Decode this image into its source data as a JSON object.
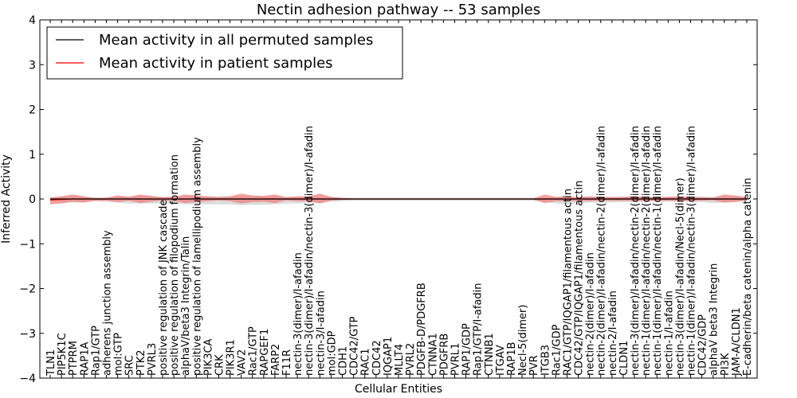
{
  "chart_data": {
    "type": "line",
    "title": "Nectin adhesion pathway -- 53 samples",
    "xlabel": "Cellular Entities",
    "ylabel": "Inferred Activity",
    "ylim": [
      -4,
      4
    ],
    "yticks": [
      "−4",
      "−3",
      "−2",
      "−1",
      "0",
      "1",
      "2",
      "3",
      "4"
    ],
    "legend_position": "top-left",
    "colors": {
      "permuted": "#000000",
      "patient": "#ff0000",
      "patient_band": "#f08080",
      "permuted_band": "#bfbfbf"
    },
    "categories": [
      "TLN1",
      "PIP5K1C",
      "PTPRM",
      "RAP1A",
      "Rap1/GTP",
      "adherens junction assembly",
      "mol:GTP",
      "SRC",
      "PTK2",
      "PVRL3",
      "positive regulation of JNK cascade",
      "positive regulation of filopodium formation",
      "alphaV/beta3 Integrin/Talin",
      "positive regulation of lamellipodium assembly",
      "PIK3CA",
      "CRK",
      "PIK3R1",
      "VAV2",
      "Rac1/GTP",
      "RAPGEF1",
      "FARP2",
      "F11R",
      "nectin-3(dimer)/I-afadin",
      "nectin-3(dimer)/I-afadin/nectin-3(dimer)/I-afadin",
      "nectin-3/I-afadin",
      "mol:GDP",
      "CDH1",
      "CDC42/GTP",
      "RAC1",
      "CDC42",
      "IQGAP1",
      "MLLT4",
      "PVRL2",
      "PDGFB-D/PDGFRB",
      "CTNNA1",
      "PDGFRB",
      "PVRL1",
      "RAP1/GDP",
      "Rap1/GTP/I-afadin",
      "CTNNB1",
      "ITGAV",
      "RAP1B",
      "Necl-5(dimer)",
      "PVR",
      "ITGB3",
      "Rac1/GDP",
      "RAC1/GTP/IQGAP1/filamentous actin",
      "CDC42/GTP/IQGAP1/filamentous actin",
      "nectin-2(dimer)/I-afadin",
      "nectin-2(dimer)/I-afadin/nectin-2(dimer)/I-afadin",
      "nectin-2/I-afadin",
      "CLDN1",
      "nectin-3(dimer)/I-afadin/nectin-2(dimer)/I-afadin",
      "nectin-1(dimer)/I-afadin/nectin-2(dimer)/I-afadin",
      "nectin-1(dimer)/I-afadin/nectin-1(dimer)/I-afadin",
      "nectin-1/I-afadin",
      "nectin-3(dimer)/I-afadin/Necl-5(dimer)",
      "nectin-1(dimer)/I-afadin/nectin-3(dimer)/I-afadin",
      "CDC42/GDP",
      "alphaV beta3 Integrin",
      "PI3K",
      "JAM-A/CLDN1",
      "E-cadherin/beta catenin/alpha catenin"
    ],
    "series": [
      {
        "name": "Mean activity in all permuted samples",
        "color": "#000000",
        "values": [
          0,
          0,
          0,
          0,
          0,
          0,
          0,
          0,
          0,
          0,
          0,
          0,
          0,
          0,
          0,
          0,
          0,
          0,
          0,
          0,
          0,
          0,
          0,
          0,
          0,
          0,
          0,
          0,
          0,
          0,
          0,
          0,
          0,
          0,
          0,
          0,
          0,
          0,
          0,
          0,
          0,
          0,
          0,
          0,
          0,
          0,
          0,
          0,
          0,
          0,
          0,
          0,
          0,
          0,
          0,
          0,
          0,
          0,
          0,
          0,
          0,
          0,
          0
        ],
        "band_upper": [
          0.04,
          0.05,
          0.06,
          0.05,
          0.04,
          0.03,
          0.05,
          0.06,
          0.06,
          0.06,
          0.05,
          0.05,
          0.06,
          0.06,
          0.06,
          0.06,
          0.06,
          0.06,
          0.06,
          0.06,
          0.06,
          0.05,
          0.05,
          0.05,
          0.05,
          0.05,
          0.04,
          0.03,
          0.03,
          0.03,
          0.03,
          0.03,
          0.03,
          0.03,
          0.03,
          0.03,
          0.03,
          0.03,
          0.03,
          0.03,
          0.03,
          0.03,
          0.03,
          0.03,
          0.03,
          0.03,
          0.05,
          0.05,
          0.05,
          0.05,
          0.05,
          0.05,
          0.05,
          0.05,
          0.05,
          0.05,
          0.05,
          0.05,
          0.05,
          0.05,
          0.05,
          0.05,
          0.05
        ],
        "band_lower": [
          -0.05,
          -0.07,
          -0.08,
          -0.07,
          -0.05,
          -0.06,
          -0.08,
          -0.1,
          -0.1,
          -0.1,
          -0.1,
          -0.1,
          -0.12,
          -0.12,
          -0.12,
          -0.12,
          -0.12,
          -0.14,
          -0.13,
          -0.13,
          -0.12,
          -0.1,
          -0.1,
          -0.08,
          -0.08,
          -0.06,
          -0.05,
          -0.04,
          -0.04,
          -0.04,
          -0.04,
          -0.04,
          -0.04,
          -0.04,
          -0.04,
          -0.04,
          -0.04,
          -0.04,
          -0.04,
          -0.04,
          -0.04,
          -0.04,
          -0.04,
          -0.04,
          -0.07,
          -0.1,
          -0.12,
          -0.1,
          -0.08,
          -0.08,
          -0.08,
          -0.07,
          -0.06,
          -0.06,
          -0.06,
          -0.06,
          -0.06,
          -0.06,
          -0.07,
          -0.09,
          -0.08,
          -0.06,
          -0.05
        ]
      },
      {
        "name": "Mean activity in patient samples",
        "color": "#ff0000",
        "values": [
          -0.02,
          -0.01,
          0,
          0,
          0,
          0,
          0,
          0,
          0,
          0,
          0,
          0,
          0,
          0,
          0,
          0,
          0,
          0,
          0,
          0,
          0,
          0,
          0,
          0,
          0,
          0,
          0,
          0,
          0,
          0,
          0,
          0,
          0,
          0,
          0,
          0,
          0,
          0,
          0,
          0,
          0,
          0,
          0,
          0,
          0,
          0,
          0,
          0,
          0,
          0,
          0,
          0,
          0,
          0,
          0,
          0,
          0,
          0,
          0,
          0,
          0,
          0,
          0
        ],
        "band_upper": [
          0.03,
          0.06,
          0.1,
          0.06,
          0.02,
          0.03,
          0.08,
          0.05,
          0.1,
          0.07,
          0.04,
          0.05,
          0.1,
          0.08,
          0.06,
          0.04,
          0.06,
          0.12,
          0.08,
          0.07,
          0.1,
          0.04,
          0.06,
          0.06,
          0.12,
          0.05,
          0.02,
          0.01,
          0.01,
          0.01,
          0.01,
          0.01,
          0.01,
          0.01,
          0.01,
          0.01,
          0.01,
          0.01,
          0.01,
          0.01,
          0.01,
          0.01,
          0.01,
          0.01,
          0.1,
          0.05,
          0.06,
          0.04,
          0.06,
          0.05,
          0.04,
          0.05,
          0.06,
          0.05,
          0.04,
          0.05,
          0.06,
          0.05,
          0.04,
          0.03,
          0.1,
          0.08,
          0.04
        ],
        "band_lower": [
          -0.12,
          -0.1,
          -0.06,
          -0.08,
          -0.04,
          -0.04,
          -0.07,
          -0.04,
          -0.09,
          -0.06,
          -0.03,
          -0.04,
          -0.09,
          -0.07,
          -0.05,
          -0.03,
          -0.05,
          -0.1,
          -0.07,
          -0.06,
          -0.09,
          -0.03,
          -0.05,
          -0.05,
          -0.1,
          -0.04,
          -0.02,
          -0.01,
          -0.01,
          -0.01,
          -0.01,
          -0.01,
          -0.01,
          -0.01,
          -0.01,
          -0.01,
          -0.01,
          -0.01,
          -0.01,
          -0.01,
          -0.01,
          -0.01,
          -0.01,
          -0.01,
          -0.09,
          -0.05,
          -0.05,
          -0.04,
          -0.05,
          -0.04,
          -0.04,
          -0.04,
          -0.05,
          -0.04,
          -0.04,
          -0.04,
          -0.05,
          -0.04,
          -0.04,
          -0.03,
          -0.08,
          -0.07,
          -0.03
        ]
      }
    ]
  }
}
